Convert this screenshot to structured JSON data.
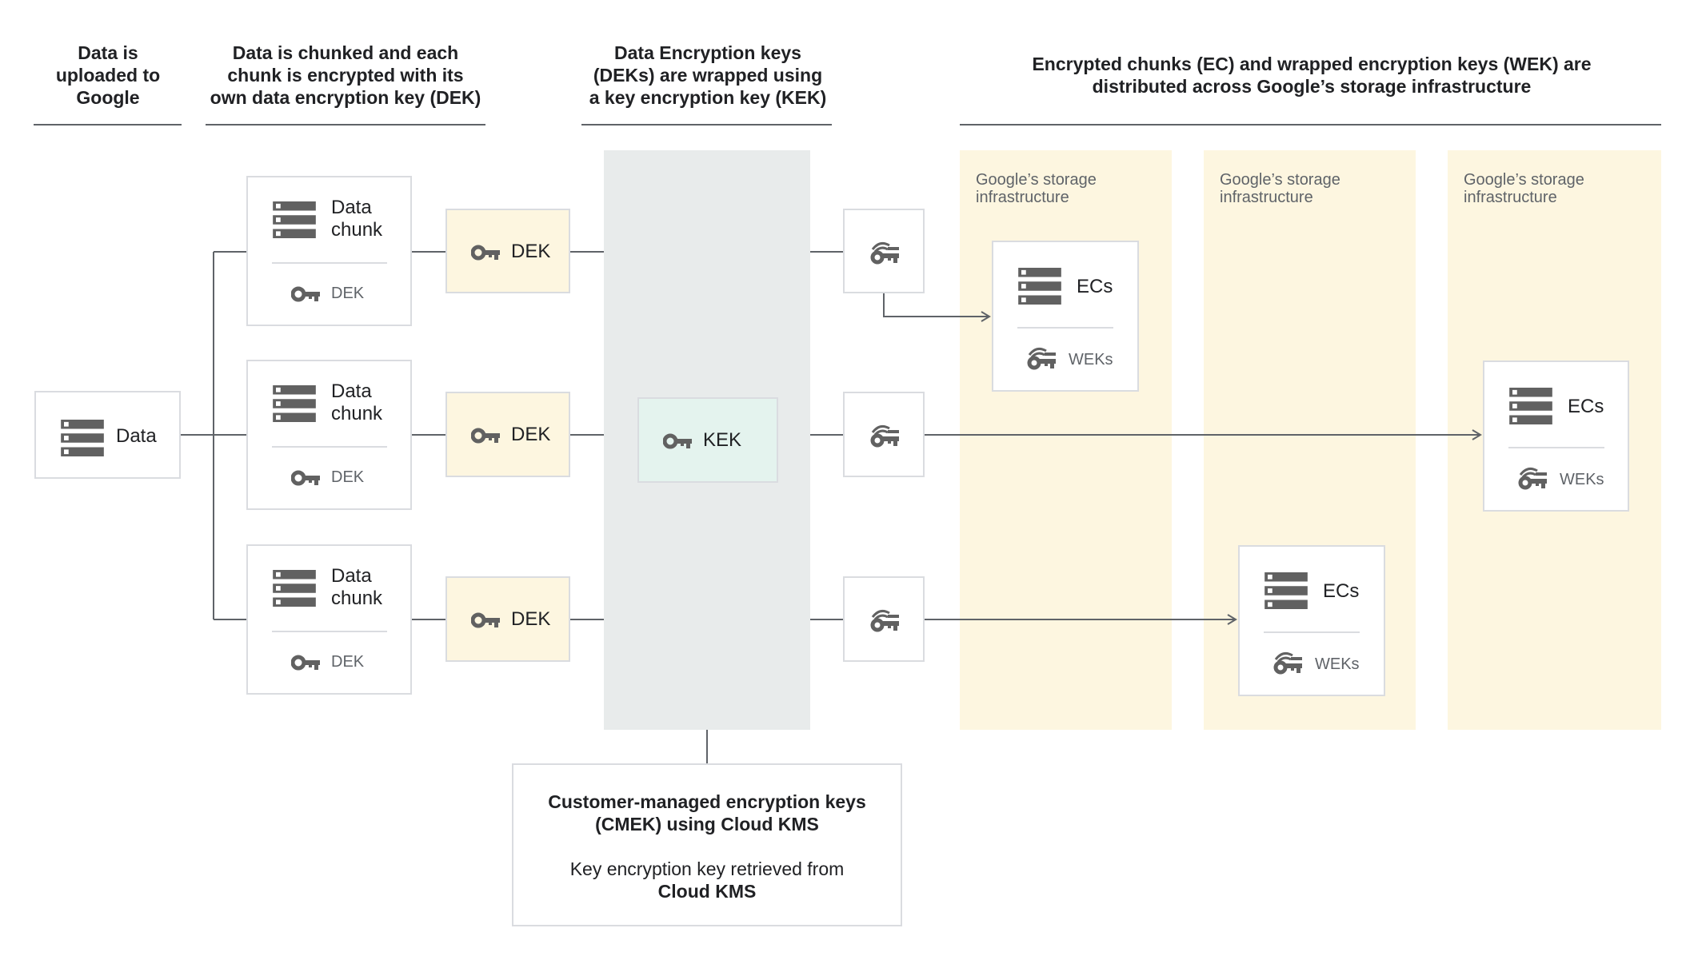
{
  "headers": [
    "Data is uploaded to Google",
    "Data is chunked and each chunk is encrypted with its own data encryption key (DEK)",
    "Data Encryption keys (DEKs) are wrapped using a key encryption key (KEK)",
    "Encrypted chunks (EC) and wrapped encryption keys (WEK) are distributed across Google’s storage infrastructure"
  ],
  "data_box": {
    "label": "Data",
    "icon": "server-stack-icon"
  },
  "chunks": [
    {
      "label": "Data chunk",
      "key_label": "DEK"
    },
    {
      "label": "Data chunk",
      "key_label": "DEK"
    },
    {
      "label": "Data chunk",
      "key_label": "DEK"
    }
  ],
  "deks": [
    "DEK",
    "DEK",
    "DEK"
  ],
  "kek": {
    "label": "KEK"
  },
  "wrapped_keys": [
    "wrapped-key-icon",
    "wrapped-key-icon",
    "wrapped-key-icon"
  ],
  "storage": [
    {
      "label": "Google’s storage infrastructure",
      "ec_label": "ECs",
      "wek_label": "WEKs"
    },
    {
      "label": "Google’s storage infrastructure",
      "ec_label": "ECs",
      "wek_label": "WEKs"
    },
    {
      "label": "Google’s storage infrastructure",
      "ec_label": "ECs",
      "wek_label": "WEKs"
    }
  ],
  "cmek": {
    "title": "Customer-managed encryption keys (CMEK) using Cloud KMS",
    "line1": "Key encryption key retrieved from",
    "line2": "Cloud KMS"
  },
  "colors": {
    "storage_bg": "#fdf6e0",
    "dek_bg": "#fdf6e0",
    "kek_column_bg": "#e8ebeb",
    "kek_box_bg": "#e4f3ee",
    "line": "#5f6368",
    "icon": "#616161"
  }
}
